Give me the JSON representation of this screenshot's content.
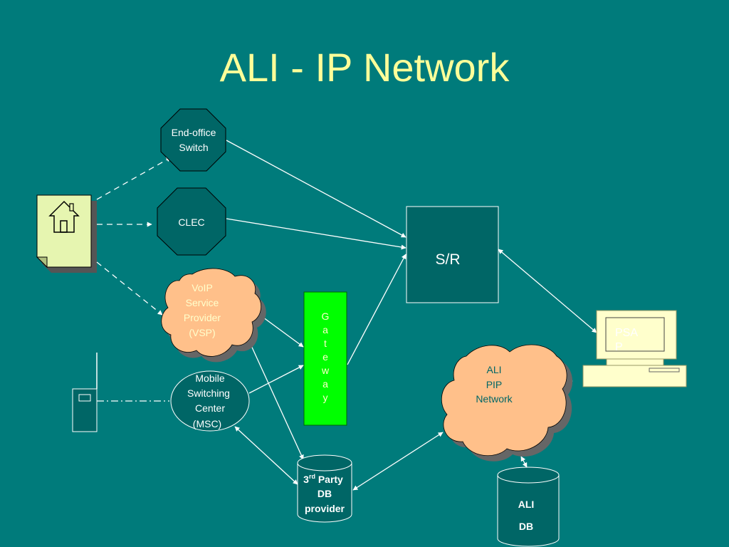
{
  "title": "ALI - IP Network",
  "nodes": {
    "end_office": [
      "End-office",
      "Switch"
    ],
    "clec": "CLEC",
    "vsp": [
      "VoIP",
      "Service",
      "Provider",
      "(VSP)"
    ],
    "msc": [
      "Mobile",
      "Switching",
      "Center",
      "(MSC)"
    ],
    "gateway": [
      "G",
      "a",
      "t",
      "e",
      "w",
      "a",
      "y"
    ],
    "sr": "S/R",
    "psap": [
      "PSA",
      "P"
    ],
    "ali_pip": [
      "ALI",
      "PIP",
      "Network"
    ],
    "third_party": {
      "num": "3",
      "sup": "rd",
      "rest": " Party",
      "lines": [
        "DB",
        "provider"
      ]
    },
    "ali_db": [
      "ALI",
      "DB"
    ]
  },
  "colors": {
    "background": "#007b7b",
    "title": "#ffff99",
    "node_fill": "#006666",
    "cloud_fill": "#ffc08a",
    "cloud_text": "#ffffcc",
    "gateway_fill": "#00ff00",
    "house_fill": "#e6f5b0",
    "line": "#ffffff"
  },
  "icons": [
    "house-icon",
    "cell-phone-icon",
    "computer-icon"
  ]
}
